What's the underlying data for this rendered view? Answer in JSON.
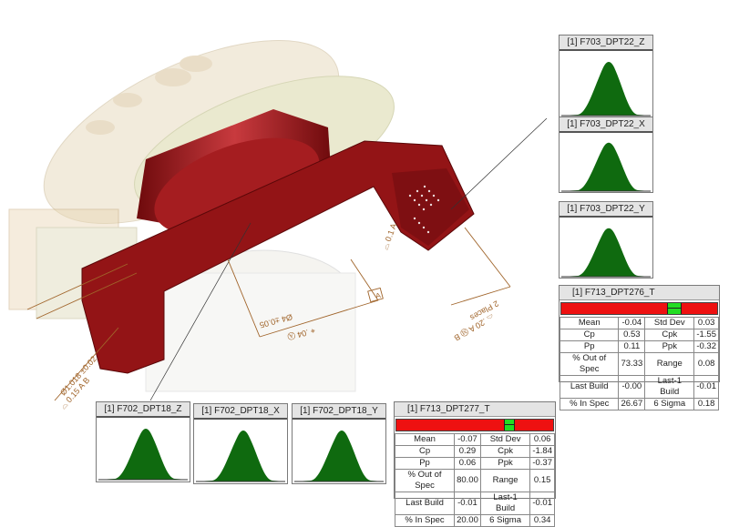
{
  "model_view": {
    "annotations": [
      {
        "id": "dim-1",
        "text": "Ø4 ±0.05"
      },
      {
        "id": "fcf-1",
        "text": "⌖ .04 Ⓐ"
      },
      {
        "id": "datum-a",
        "text": "A"
      },
      {
        "id": "fcf-2",
        "text": "⌓ .20 A Ⓜ B"
      },
      {
        "id": "note-2places",
        "text": "2 Places"
      },
      {
        "id": "fcf-3",
        "text": "⌓ 0.1 A"
      },
      {
        "id": "fcf-4",
        "text": "Ø1.018 ±0.02"
      },
      {
        "id": "fcf-5",
        "text": "⌓ 0.15 A B"
      }
    ]
  },
  "histograms": [
    {
      "id": "F703_DPT22_Z",
      "title": "[1] F703_DPT22_Z"
    },
    {
      "id": "F703_DPT22_X",
      "title": "[1] F703_DPT22_X"
    },
    {
      "id": "F703_DPT22_Y",
      "title": "[1] F703_DPT22_Y"
    },
    {
      "id": "F702_DPT18_Z",
      "title": "[1] F702_DPT18_Z"
    },
    {
      "id": "F702_DPT18_X",
      "title": "[1] F702_DPT18_X"
    },
    {
      "id": "F702_DPT18_Y",
      "title": "[1] F702_DPT18_Y"
    }
  ],
  "stat_tables": [
    {
      "title": "[1] F713_DPT276_T",
      "indicator_color": "#22dd22",
      "bar_color": "#ee1111",
      "rows": [
        [
          "Mean",
          "-0.04",
          "Std Dev",
          "0.03"
        ],
        [
          "Cp",
          "0.53",
          "Cpk",
          "-1.55"
        ],
        [
          "Pp",
          "0.11",
          "Ppk",
          "-0.32"
        ],
        [
          "% Out of Spec",
          "73.33",
          "Range",
          "0.08"
        ],
        [
          "Last Build",
          "-0.00",
          "Last-1 Build",
          "-0.01"
        ],
        [
          "% In Spec",
          "26.67",
          "6 Sigma",
          "0.18"
        ]
      ]
    },
    {
      "title": "[1] F713_DPT277_T",
      "indicator_color": "#22dd22",
      "bar_color": "#ee1111",
      "rows": [
        [
          "Mean",
          "-0.07",
          "Std Dev",
          "0.06"
        ],
        [
          "Cp",
          "0.29",
          "Cpk",
          "-1.84"
        ],
        [
          "Pp",
          "0.06",
          "Ppk",
          "-0.37"
        ],
        [
          "% Out of Spec",
          "80.00",
          "Range",
          "0.15"
        ],
        [
          "Last Build",
          "-0.01",
          "Last-1 Build",
          "-0.01"
        ],
        [
          "% In Spec",
          "20.00",
          "6 Sigma",
          "0.34"
        ]
      ]
    }
  ],
  "colors": {
    "curve_fill": "#0f6a0f",
    "part_red": "#9b1518",
    "annotation": "#a0642a"
  }
}
